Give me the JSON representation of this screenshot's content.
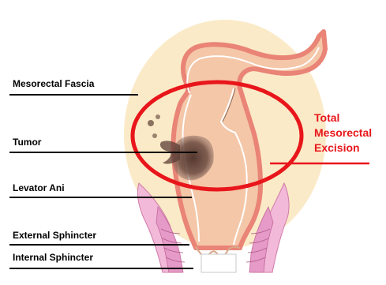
{
  "labels": {
    "mesorectal_fascia": "Mesorectal Fascia",
    "tumor": "Tumor",
    "levator_ani": "Levator Ani",
    "external_sphincter": "External Sphincter",
    "internal_sphincter": "Internal Sphincter"
  },
  "callout": {
    "line1": "Total",
    "line2": "Mesorectal",
    "line3": "Excision"
  },
  "colors": {
    "tme_red": "#e8161b",
    "mesorectum": "#fbeac7",
    "bowel_fill": "#f4c7a8",
    "bowel_wall": "#e98476",
    "tumor": "#5b3e35",
    "muscle_pink": "#e59ac7"
  }
}
